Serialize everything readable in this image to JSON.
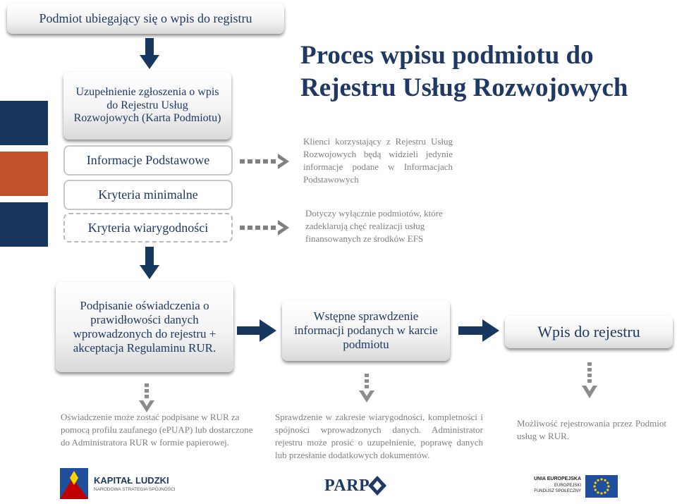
{
  "top_box": "Podmiot ubiegający się o wpis do registru",
  "heading": {
    "line1": "Proces wpisu podmiotu do",
    "line2": "Rejestru Usług Rozwojowych"
  },
  "left_column": {
    "karta": "Uzupełnienie zgłoszenia o wpis do Rejestru Usług Rozwojowych (Karta Podmiotu)",
    "info_podstawowe": "Informacje Podstawowe",
    "kryteria_min": "Kryteria minimalne",
    "kryteria_wiar": "Kryteria wiarygodności"
  },
  "notes_right": {
    "klienci": "Klienci korzystający z Rejestru Usług Rozwojowych będą widzieli jedynie informacje podane w Informacjach Podstawowych",
    "dotyczy": "Dotyczy wyłącznie podmiotów, które zadeklarują chęć realizacji usług finansowanych ze środków EFS"
  },
  "process": {
    "podpisanie": "Podpisanie oświadczenia o prawidłowości danych wprowadzonych do rejestru + akceptacja Regulaminu RUR.",
    "sprawdzenie": "Wstępne sprawdzenie informacji podanych w karcie podmiotu",
    "wpis": "Wpis do rejestru"
  },
  "notes_bottom": {
    "oswiadczenie": "Oświadczenie może zostać podpisane w RUR za pomocą profilu zaufanego (ePUAP) lub dostarczone do Administratora RUR w formie papierowej.",
    "sprawdzenie": "Sprawdzenie w zakresie wiarygodności, kompletności i spójności wprowadzonych danych. Administrator rejestru może prosić o uzupełnienie, poprawę danych lub przesłanie dodatkowych dokumentów.",
    "mozliwosc": "Możliwość rejestrowania przez Podmiot usług w RUR."
  },
  "logos": {
    "kapital_title": "KAPITAŁ LUDZKI",
    "kapital_sub": "NARODOWA STRATEGIA SPÓJNOŚCI",
    "parp": "PARP",
    "ue_title": "UNIA EUROPEJSKA",
    "ue_sub1": "EUROPEJSKI",
    "ue_sub2": "FUNDUSZ SPOŁECZNY"
  },
  "colors": {
    "navy": "#1f3864",
    "orange": "#c0512a",
    "dark_blue": "#17375e",
    "note_gray": "#7f7f7f",
    "eu_blue": "#1f4e9c",
    "eu_star": "#ffd200"
  }
}
